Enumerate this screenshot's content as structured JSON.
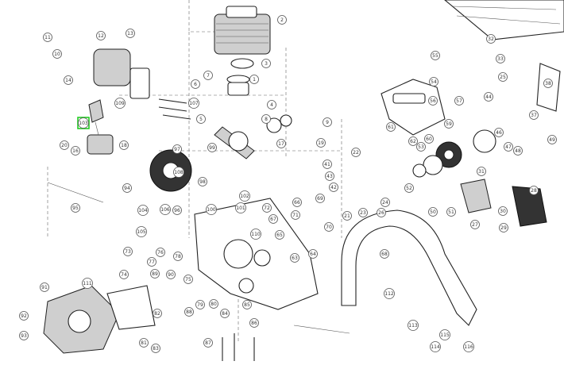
{
  "diagram": {
    "highlight_color": "#22cc22",
    "highlighted_callout": "103",
    "callouts": [
      {
        "id": "11",
        "label": "11"
      },
      {
        "id": "10",
        "label": "10"
      },
      {
        "id": "12",
        "label": "12"
      },
      {
        "id": "13",
        "label": "13"
      },
      {
        "id": "14",
        "label": "14"
      },
      {
        "id": "109",
        "label": "109"
      },
      {
        "id": "6",
        "label": "6"
      },
      {
        "id": "7",
        "label": "7"
      },
      {
        "id": "5",
        "label": "5"
      },
      {
        "id": "103",
        "label": "103"
      },
      {
        "id": "20",
        "label": "20"
      },
      {
        "id": "18",
        "label": "18"
      },
      {
        "id": "16",
        "label": "16"
      },
      {
        "id": "2",
        "label": "2"
      },
      {
        "id": "3",
        "label": "3"
      },
      {
        "id": "1",
        "label": "1"
      },
      {
        "id": "4",
        "label": "4"
      },
      {
        "id": "8",
        "label": "8"
      },
      {
        "id": "9",
        "label": "9"
      },
      {
        "id": "32",
        "label": "32"
      },
      {
        "id": "33",
        "label": "33"
      },
      {
        "id": "55",
        "label": "55"
      },
      {
        "id": "54",
        "label": "54"
      },
      {
        "id": "56",
        "label": "56"
      },
      {
        "id": "57",
        "label": "57"
      },
      {
        "id": "25",
        "label": "25"
      },
      {
        "id": "44",
        "label": "44"
      },
      {
        "id": "46",
        "label": "46"
      },
      {
        "id": "47",
        "label": "47"
      },
      {
        "id": "48",
        "label": "48"
      },
      {
        "id": "49",
        "label": "49"
      },
      {
        "id": "37",
        "label": "37"
      },
      {
        "id": "38",
        "label": "38"
      },
      {
        "id": "59",
        "label": "59"
      },
      {
        "id": "60",
        "label": "60"
      },
      {
        "id": "61",
        "label": "61"
      },
      {
        "id": "62",
        "label": "62"
      },
      {
        "id": "27",
        "label": "27"
      },
      {
        "id": "28",
        "label": "28"
      },
      {
        "id": "29",
        "label": "29"
      },
      {
        "id": "30",
        "label": "30"
      },
      {
        "id": "31",
        "label": "31"
      },
      {
        "id": "17",
        "label": "17"
      },
      {
        "id": "19",
        "label": "19"
      },
      {
        "id": "21",
        "label": "21"
      },
      {
        "id": "22",
        "label": "22"
      },
      {
        "id": "23",
        "label": "23"
      },
      {
        "id": "24",
        "label": "24"
      },
      {
        "id": "26",
        "label": "26"
      },
      {
        "id": "41",
        "label": "41"
      },
      {
        "id": "42",
        "label": "42"
      },
      {
        "id": "43",
        "label": "43"
      },
      {
        "id": "50",
        "label": "50"
      },
      {
        "id": "51",
        "label": "51"
      },
      {
        "id": "52",
        "label": "52"
      },
      {
        "id": "53",
        "label": "53"
      },
      {
        "id": "63",
        "label": "63"
      },
      {
        "id": "64",
        "label": "64"
      },
      {
        "id": "65",
        "label": "65"
      },
      {
        "id": "66",
        "label": "66"
      },
      {
        "id": "67",
        "label": "67"
      },
      {
        "id": "68",
        "label": "68"
      },
      {
        "id": "69",
        "label": "69"
      },
      {
        "id": "70",
        "label": "70"
      },
      {
        "id": "71",
        "label": "71"
      },
      {
        "id": "72",
        "label": "72"
      },
      {
        "id": "73",
        "label": "73"
      },
      {
        "id": "74",
        "label": "74"
      },
      {
        "id": "75",
        "label": "75"
      },
      {
        "id": "76",
        "label": "76"
      },
      {
        "id": "77",
        "label": "77"
      },
      {
        "id": "78",
        "label": "78"
      },
      {
        "id": "79",
        "label": "79"
      },
      {
        "id": "80",
        "label": "80"
      },
      {
        "id": "81",
        "label": "81"
      },
      {
        "id": "82",
        "label": "82"
      },
      {
        "id": "83",
        "label": "83"
      },
      {
        "id": "84",
        "label": "84"
      },
      {
        "id": "85",
        "label": "85"
      },
      {
        "id": "86",
        "label": "86"
      },
      {
        "id": "87",
        "label": "87"
      },
      {
        "id": "88",
        "label": "88"
      },
      {
        "id": "89",
        "label": "89"
      },
      {
        "id": "90",
        "label": "90"
      },
      {
        "id": "91",
        "label": "91"
      },
      {
        "id": "92",
        "label": "92"
      },
      {
        "id": "93",
        "label": "93"
      },
      {
        "id": "94",
        "label": "94"
      },
      {
        "id": "95",
        "label": "95"
      },
      {
        "id": "96",
        "label": "96"
      },
      {
        "id": "97",
        "label": "97"
      },
      {
        "id": "98",
        "label": "98"
      },
      {
        "id": "99",
        "label": "99"
      },
      {
        "id": "100",
        "label": "100"
      },
      {
        "id": "101",
        "label": "101"
      },
      {
        "id": "102",
        "label": "102"
      },
      {
        "id": "104",
        "label": "104"
      },
      {
        "id": "105",
        "label": "105"
      },
      {
        "id": "106",
        "label": "106"
      },
      {
        "id": "107",
        "label": "107"
      },
      {
        "id": "108",
        "label": "108"
      },
      {
        "id": "110",
        "label": "110"
      },
      {
        "id": "111",
        "label": "111"
      },
      {
        "id": "112",
        "label": "112"
      },
      {
        "id": "113",
        "label": "113"
      },
      {
        "id": "114",
        "label": "114"
      },
      {
        "id": "115",
        "label": "115"
      },
      {
        "id": "116",
        "label": "116"
      }
    ]
  }
}
